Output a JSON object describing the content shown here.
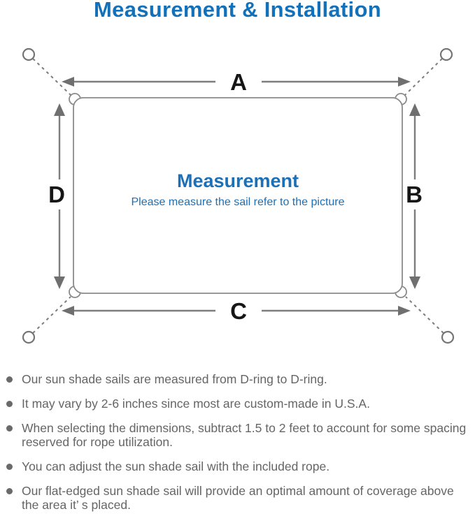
{
  "title": "Measurement & Installation",
  "colors": {
    "accent_blue": "#1371BA",
    "caption_blue": "#1B70B8",
    "line_gray": "#7D7D7D",
    "note_gray": "#656565",
    "label_black": "#161616"
  },
  "diagram": {
    "labels": {
      "a": "A",
      "b": "B",
      "c": "C",
      "d": "D"
    },
    "center_title": "Measurement",
    "center_subtitle": "Please measure the sail refer to the picture"
  },
  "notes": [
    "Our sun shade sails are measured from D-ring to D-ring.",
    "It may vary by 2-6 inches since most are custom-made in U.S.A.",
    "When selecting the dimensions, subtract 1.5 to 2 feet to account for some spacing reserved for rope utilization.",
    "You can adjust the sun shade sail with the included rope.",
    "Our flat-edged sun shade sail will provide an optimal amount of coverage above the area it’ s placed."
  ]
}
